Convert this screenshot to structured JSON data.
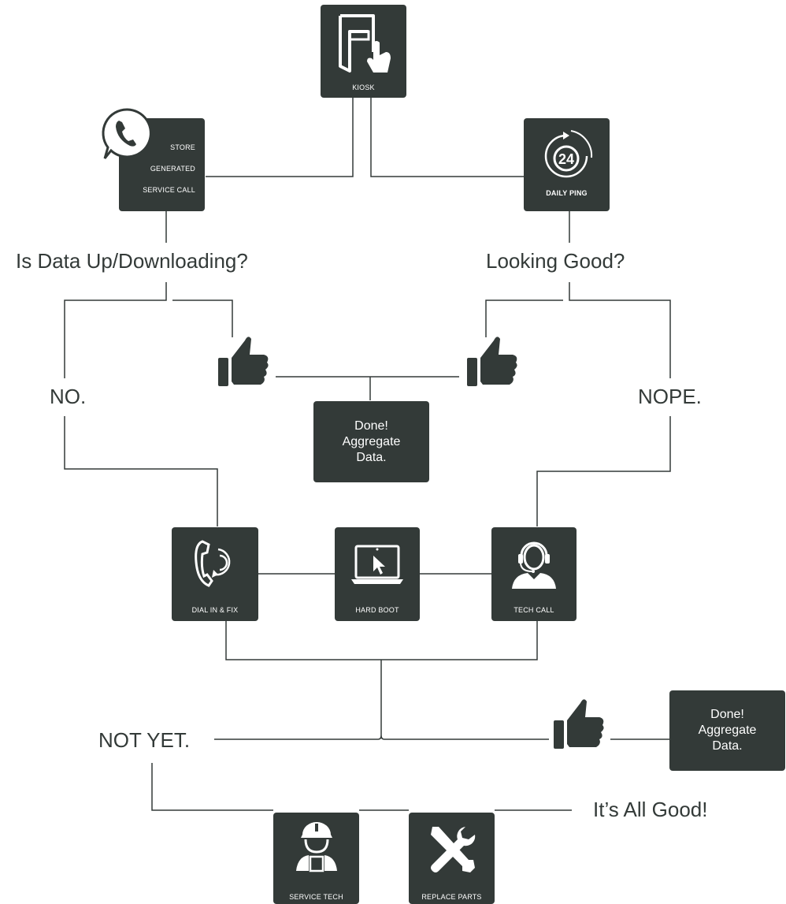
{
  "nodes": {
    "kiosk": "KIOSK",
    "store_call": {
      "line1": "STORE",
      "line2": "GENERATED",
      "line3": "SERVICE CALL"
    },
    "daily_ping": "DAILY PING",
    "dial_in": "DIAL IN & FIX",
    "hard_boot": "HARD BOOT",
    "tech_call": "TECH CALL",
    "service_tech": "SERVICE TECH",
    "replace_parts": "REPLACE PARTS",
    "ping_badge": "24"
  },
  "questions": {
    "left": "Is Data Up/Downloading?",
    "right": "Looking Good?"
  },
  "answers": {
    "no": "NO.",
    "nope": "NOPE.",
    "not_yet": "NOT YET.",
    "final": "It’s All Good!"
  },
  "done_boxes": {
    "top": "Done!\nAggregate\nData.",
    "bottom": "Done!\nAggregate\nData."
  },
  "colors": {
    "box": "#333a38",
    "line": "#333a38",
    "background": "#ffffff"
  },
  "icons": [
    "kiosk-touch-icon",
    "phone-bubble-icon",
    "24-hour-icon",
    "thumbs-up-icon",
    "dial-phone-icon",
    "laptop-cursor-icon",
    "headset-agent-icon",
    "hard-hat-worker-icon",
    "tools-icon"
  ]
}
